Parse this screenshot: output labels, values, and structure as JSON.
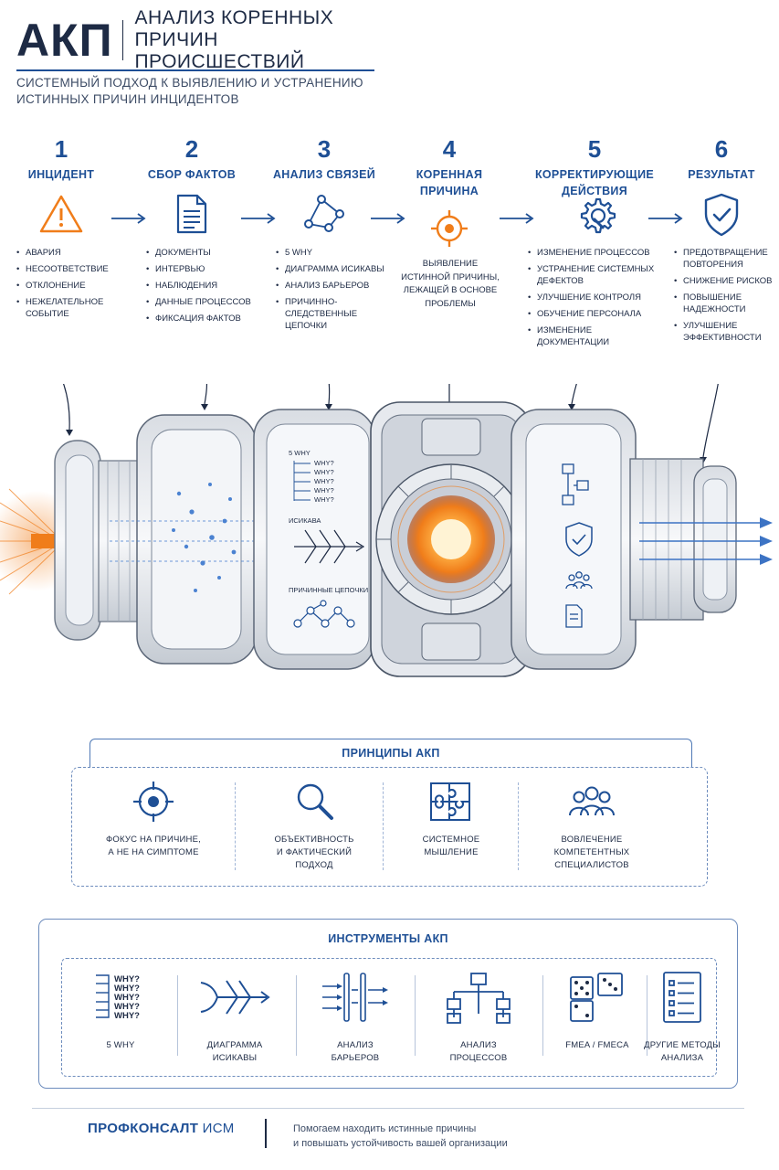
{
  "header": {
    "brand": "АКП",
    "title_line1": "АНАЛИЗ КОРЕННЫХ",
    "title_line2": "ПРИЧИН ПРОИСШЕСТВИЙ",
    "subtitle_line1": "СИСТЕМНЫЙ ПОДХОД К ВЫЯВЛЕНИЮ И УСТРАНЕНИЮ",
    "subtitle_line2": "ИСТИННЫХ ПРИЧИН ИНЦИДЕНТОВ"
  },
  "steps": [
    {
      "num": "1",
      "title_line1": "ИНЦИДЕНТ",
      "title_line2": "",
      "icon": "warning-icon",
      "items": [
        "АВАРИЯ",
        "НЕСООТВЕТСТВИЕ",
        "ОТКЛОНЕНИЕ",
        "НЕЖЕЛАТЕЛЬНОЕ СОБЫТИЕ"
      ]
    },
    {
      "num": "2",
      "title_line1": "СБОР ФАКТОВ",
      "title_line2": "",
      "icon": "document-icon",
      "items": [
        "ДОКУМЕНТЫ",
        "ИНТЕРВЬЮ",
        "НАБЛЮДЕНИЯ",
        "ДАННЫЕ ПРОЦЕССОВ",
        "ФИКСАЦИЯ ФАКТОВ"
      ]
    },
    {
      "num": "3",
      "title_line1": "АНАЛИЗ СВЯЗЕЙ",
      "title_line2": "",
      "icon": "network-icon",
      "items": [
        "5 WHY",
        "ДИАГРАММА ИСИКАВЫ",
        "АНАЛИЗ БАРЬЕРОВ",
        "ПРИЧИННО-СЛЕДСТВЕННЫЕ ЦЕПОЧКИ"
      ]
    },
    {
      "num": "4",
      "title_line1": "КОРЕННАЯ",
      "title_line2": "ПРИЧИНА",
      "icon": "target-icon",
      "desc_line1": "ВЫЯВЛЕНИЕ",
      "desc_line2": "ИСТИННОЙ ПРИЧИНЫ,",
      "desc_line3": "ЛЕЖАЩЕЙ В ОСНОВЕ",
      "desc_line4": "ПРОБЛЕМЫ"
    },
    {
      "num": "5",
      "title_line1": "КОРРЕКТИРУЮЩИЕ",
      "title_line2": "ДЕЙСТВИЯ",
      "icon": "gear-wrench-icon",
      "items": [
        "ИЗМЕНЕНИЕ ПРОЦЕССОВ",
        "УСТРАНЕНИЕ СИСТЕМНЫХ ДЕФЕКТОВ",
        "УЛУЧШЕНИЕ КОНТРОЛЯ",
        "ОБУЧЕНИЕ ПЕРСОНАЛА",
        "ИЗМЕНЕНИЕ ДОКУМЕНТАЦИИ"
      ]
    },
    {
      "num": "6",
      "title_line1": "РЕЗУЛЬТАТ",
      "title_line2": "",
      "icon": "shield-check-icon",
      "items": [
        "ПРЕДОТВРАЩЕНИЕ ПОВТОРЕНИЯ",
        "СНИЖЕНИЕ РИСКОВ",
        "ПОВЫШЕНИЕ НАДЕЖНОСТИ",
        "УЛУЧШЕНИЕ ЭФФЕКТИВНОСТИ"
      ]
    }
  ],
  "machine": {
    "label_5why": "5 WHY",
    "why_text": "WHY?",
    "label_ishikawa": "ИСИКАВА",
    "label_chains": "ПРИЧИННЫЕ ЦЕПОЧКИ"
  },
  "principles": {
    "title": "ПРИНЦИПЫ АКП",
    "items": [
      {
        "icon": "target-icon",
        "line1": "ФОКУС НА ПРИЧИНЕ,",
        "line2": "А НЕ НА СИМПТОМЕ",
        "line3": ""
      },
      {
        "icon": "magnifier-icon",
        "line1": "ОБЪЕКТИВНОСТЬ",
        "line2": "И ФАКТИЧЕСКИЙ",
        "line3": "ПОДХОД"
      },
      {
        "icon": "puzzle-icon",
        "line1": "СИСТЕМНОЕ",
        "line2": "МЫШЛЕНИЕ",
        "line3": ""
      },
      {
        "icon": "team-icon",
        "line1": "ВОВЛЕЧЕНИЕ",
        "line2": "КОМПЕТЕНТНЫХ",
        "line3": "СПЕЦИАЛИСТОВ"
      }
    ]
  },
  "tools": {
    "title": "ИНСТРУМЕНТЫ АКП",
    "why_text": "WHY?",
    "items": [
      {
        "icon": "five-why-icon",
        "line1": "5 WHY",
        "line2": ""
      },
      {
        "icon": "fishbone-icon",
        "line1": "ДИАГРАММА",
        "line2": "ИСИКАВЫ"
      },
      {
        "icon": "barrier-icon",
        "line1": "АНАЛИЗ",
        "line2": "БАРЬЕРОВ"
      },
      {
        "icon": "process-tree-icon",
        "line1": "АНАЛИЗ",
        "line2": "ПРОЦЕССОВ"
      },
      {
        "icon": "dice-icon",
        "line1": "FMEA / FMECA",
        "line2": ""
      },
      {
        "icon": "checklist-icon",
        "line1": "ДРУГИЕ МЕТОДЫ",
        "line2": "АНАЛИЗА"
      }
    ]
  },
  "footer": {
    "brand_bold": "ПРОФКОНСАЛТ",
    "brand_light": "ИСМ",
    "tagline_line1": "Помогаем находить истинные причины",
    "tagline_line2": "и повышать устойчивость вашей организации"
  },
  "colors": {
    "primary": "#1e4f95",
    "accent": "#f07d1a",
    "text": "#1d2a44"
  }
}
